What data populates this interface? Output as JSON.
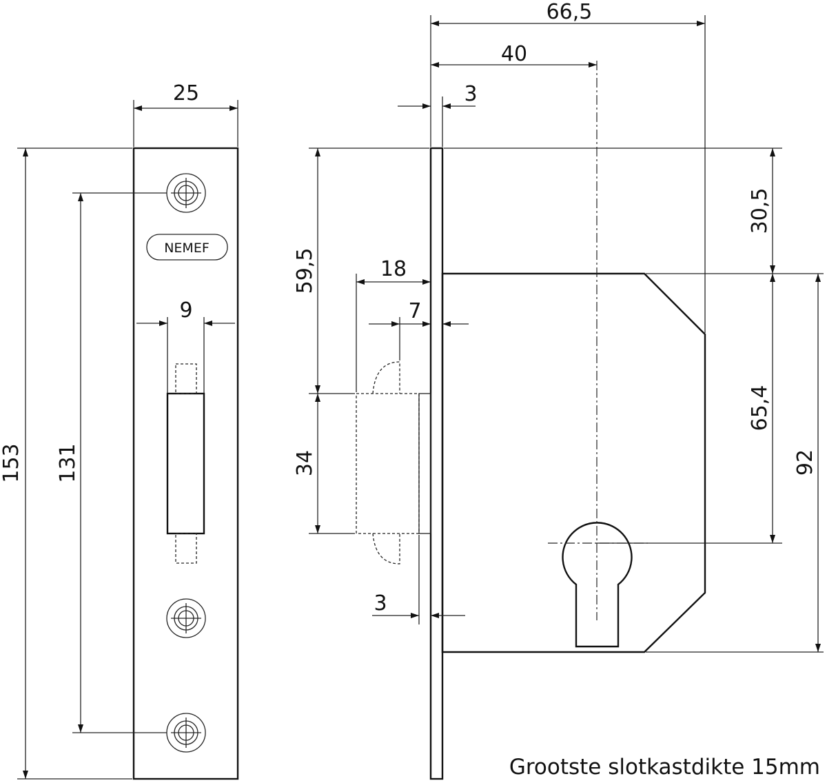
{
  "front_view": {
    "brand_logo": "NEMEF",
    "dims": {
      "width": "25",
      "height": "153",
      "hole_spacing": "131",
      "bolt_width": "9"
    }
  },
  "side_view": {
    "dims": {
      "total_depth": "66,5",
      "backset": "40",
      "plate_thickness": "3",
      "top_offset": "30,5",
      "bolt_top": "59,5",
      "bolt_throw": "18",
      "bolt_offset": "7",
      "bolt_height": "34",
      "bolt_gap": "3",
      "case_to_cylinder": "65,4",
      "case_height": "92"
    }
  },
  "caption": "Grootste slotkastdikte 15mm"
}
